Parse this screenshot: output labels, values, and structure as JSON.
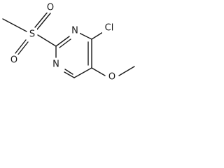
{
  "molecule": {
    "atoms": {
      "oxygen_top": "O",
      "oxygen_bottom": "O",
      "sulfur": "S",
      "nitrogen_top": "N",
      "nitrogen_bottom": "N",
      "chlorine": "Cl",
      "oxygen_methoxy": "O"
    }
  }
}
